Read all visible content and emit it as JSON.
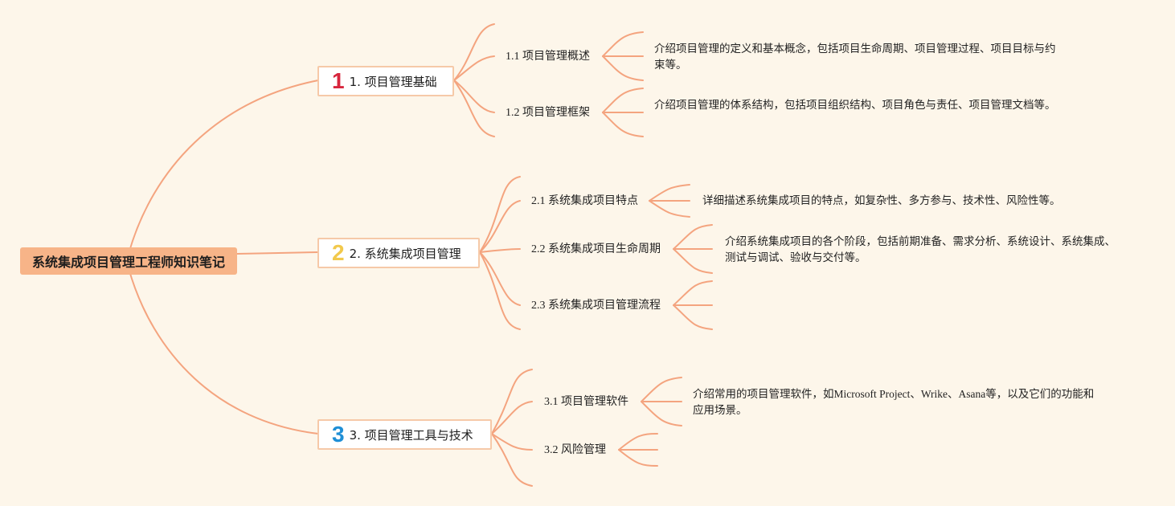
{
  "colors": {
    "background": "#fdf6ea",
    "root_fill": "#f7b488",
    "connector": "#f4a47f",
    "node_border": "#f6c9a8",
    "icon_1": "#d7263d",
    "icon_2": "#f2c94c",
    "icon_3": "#1f8fd6"
  },
  "root": {
    "label": "系统集成项目管理工程师知识笔记"
  },
  "topics": [
    {
      "icon": "number-1-icon",
      "number": "1",
      "label": "1. 项目管理基础",
      "subtopics": [
        {
          "label": "1.1 项目管理概述",
          "desc": "介绍项目管理的定义和基本概念，包括项目生命周期、项目管理过程、项目目标与约束等。"
        },
        {
          "label": "1.2 项目管理框架",
          "desc": "介绍项目管理的体系结构，包括项目组织结构、项目角色与责任、项目管理文档等。"
        }
      ]
    },
    {
      "icon": "number-2-icon",
      "number": "2",
      "label": "2. 系统集成项目管理",
      "subtopics": [
        {
          "label": "2.1 系统集成项目特点",
          "desc": "详细描述系统集成项目的特点，如复杂性、多方参与、技术性、风险性等。"
        },
        {
          "label": "2.2 系统集成项目生命周期",
          "desc": "介绍系统集成项目的各个阶段，包括前期准备、需求分析、系统设计、系统集成、测试与调试、验收与交付等。"
        },
        {
          "label": "2.3 系统集成项目管理流程",
          "desc": ""
        }
      ]
    },
    {
      "icon": "number-3-icon",
      "number": "3",
      "label": "3. 项目管理工具与技术",
      "subtopics": [
        {
          "label": "3.1 项目管理软件",
          "desc": "介绍常用的项目管理软件，如Microsoft Project、Wrike、Asana等，以及它们的功能和应用场景。"
        },
        {
          "label": "3.2 风险管理",
          "desc": ""
        }
      ]
    }
  ]
}
